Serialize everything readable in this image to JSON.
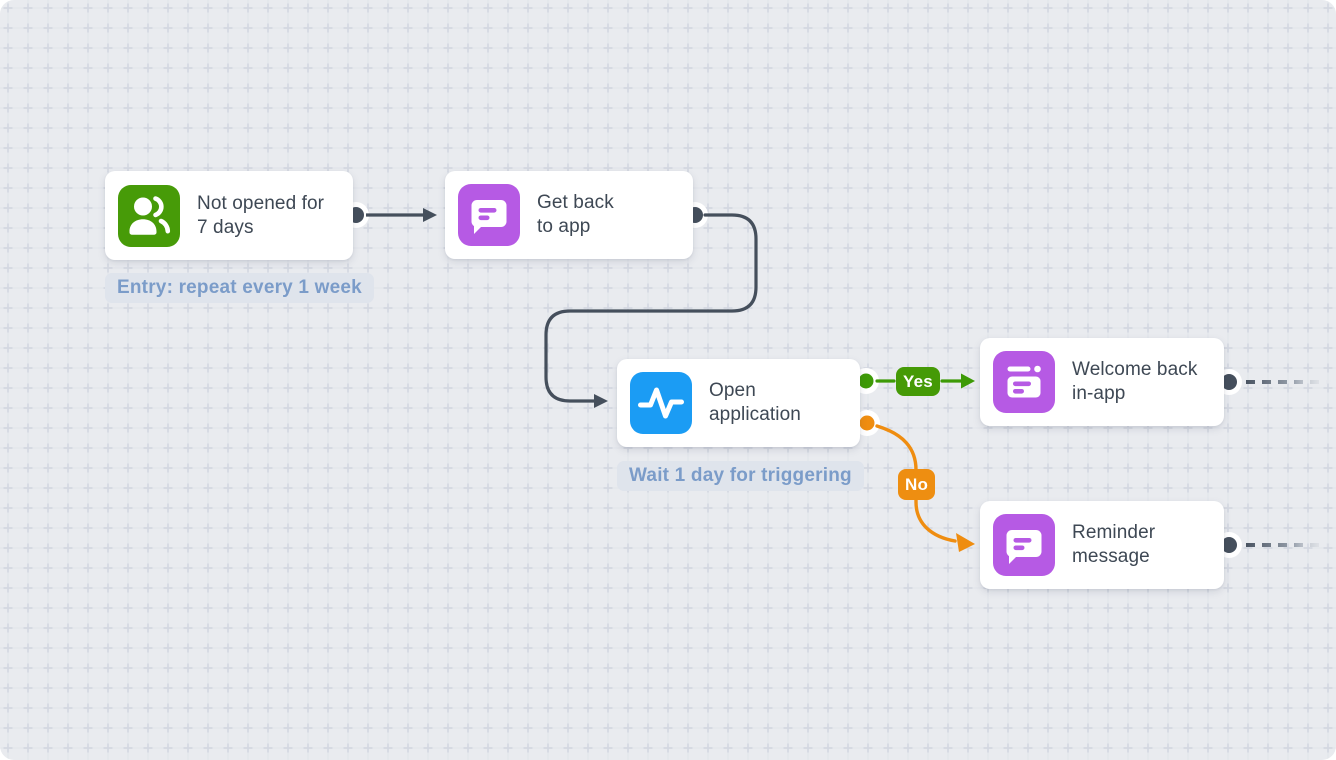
{
  "app": {
    "name": "Workflow automation canvas",
    "canvas_color": "#e9ebef",
    "grid_line_color": "#e1e4ea",
    "grid_cross_color": "#d4d8e1"
  },
  "flow": {
    "nodes": [
      {
        "id": "not-opened",
        "title": "Not opened for\n7 days",
        "icon": "users-icon",
        "accent": "#479b08"
      },
      {
        "id": "get-back",
        "title": "Get back\nto app",
        "icon": "chat-message-icon",
        "accent": "#b65ae4"
      },
      {
        "id": "open-application",
        "title": "Open\napplication",
        "icon": "pulse-icon",
        "accent": "#1b9cf4"
      },
      {
        "id": "welcome-back",
        "title": "Welcome back\nin-app",
        "icon": "in-app-message-icon",
        "accent": "#b65ae4"
      },
      {
        "id": "reminder",
        "title": "Reminder\nmessage",
        "icon": "chat-message-icon",
        "accent": "#b65ae4"
      }
    ],
    "annotations": [
      {
        "for": "not-opened",
        "text": "Entry: repeat every 1 week"
      },
      {
        "for": "open-application",
        "text": "Wait 1 day for triggering"
      }
    ],
    "branch_labels": [
      {
        "id": "yes",
        "text": "Yes",
        "color": "#459a06"
      },
      {
        "id": "no",
        "text": "No",
        "color": "#ee8e11"
      }
    ],
    "colors": {
      "connector": "#454f5c",
      "yes_path": "#3d9a06",
      "no_path": "#ef8d10",
      "port_dot_dark": "#454f5c",
      "title_text": "#3e4854",
      "annotation_text": "#7b9cc9",
      "annotation_bg": "#dfe4ec"
    }
  }
}
